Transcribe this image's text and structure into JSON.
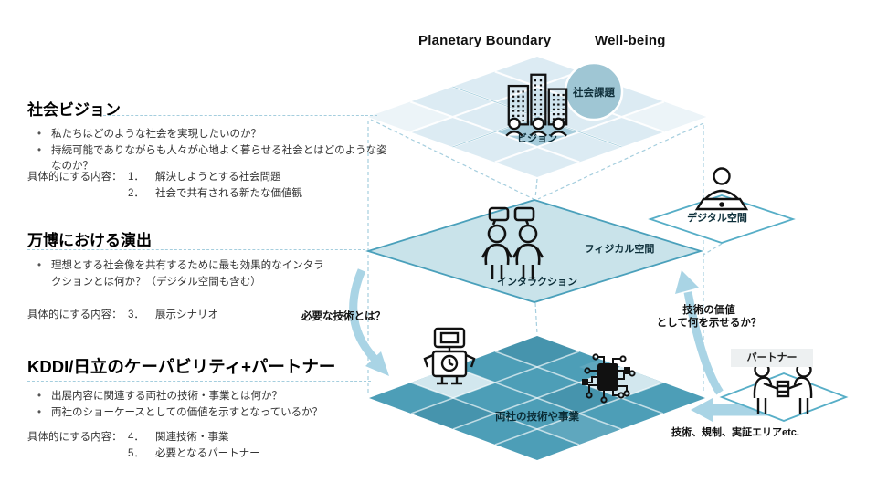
{
  "header": {
    "planetary_label": "Planetary Boundary",
    "wellbeing_label": "Well-being"
  },
  "sections": [
    {
      "title": "社会ビジョン",
      "bullets": [
        "私たちはどのような社会を実現したいのか？",
        "持続可能でありながらも人々が心地よく暮らせる社会とはどのような姿なのか？"
      ],
      "detail_label": "具体的にする内容：",
      "details": [
        {
          "num": "1．",
          "text": "解決しようとする社会問題"
        },
        {
          "num": "2．",
          "text": "社会で共有される新たな価値観"
        }
      ]
    },
    {
      "title": "万博における演出",
      "bullets": [
        "理想とする社会像を共有するために最も効果的なインタラクションとは何か？（デジタル空間も含む）"
      ],
      "detail_label": "具体的にする内容：",
      "details": [
        {
          "num": "3．",
          "text": "展示シナリオ"
        }
      ]
    },
    {
      "title": "KDDI/日立のケーパビリティ+パートナー",
      "bullets": [
        "出展内容に関連する両社の技術・事業とは何か？",
        "両社のショーケースとしての価値を示すとなっているか？"
      ],
      "detail_label": "具体的にする内容：",
      "details": [
        {
          "num": "4．",
          "text": "関連技術・事業"
        },
        {
          "num": "5．",
          "text": "必要となるパートナー"
        }
      ]
    }
  ],
  "diagram": {
    "social_issue_badge": "社会課題",
    "vision_label": "ビジョン",
    "physical_space_label": "フィジカル空間",
    "interaction_label": "インタラクション",
    "digital_space_label": "デジタル空間",
    "tech_business_label": "両社の技術や事業",
    "partner_label": "パートナー",
    "partner_note": "技術、規制、実証エリアetc.",
    "question_down": "必要な技術とは？",
    "question_up_line1": "技術の価値",
    "question_up_line2": "として何を示せるか？"
  },
  "icons": {
    "city": "city-buildings-icon",
    "conversation": "people-talking-icon",
    "laptop_person": "person-laptop-icon",
    "robot": "robot-icon",
    "chip": "circuit-chip-icon",
    "handshake": "partners-handshake-icon"
  },
  "colors": {
    "layer_top_fill": "#dcebf3",
    "layer_mid_fill": "#c9e3ea",
    "layer_bottom_fill": "#4d9eb7",
    "accent_teal": "#4aa0bb",
    "arrow_blue": "#a9d4e5",
    "badge_circle": "#9fc6d4",
    "highlight_cell": "#d2e7ee",
    "dashed_line": "#a5cede"
  }
}
